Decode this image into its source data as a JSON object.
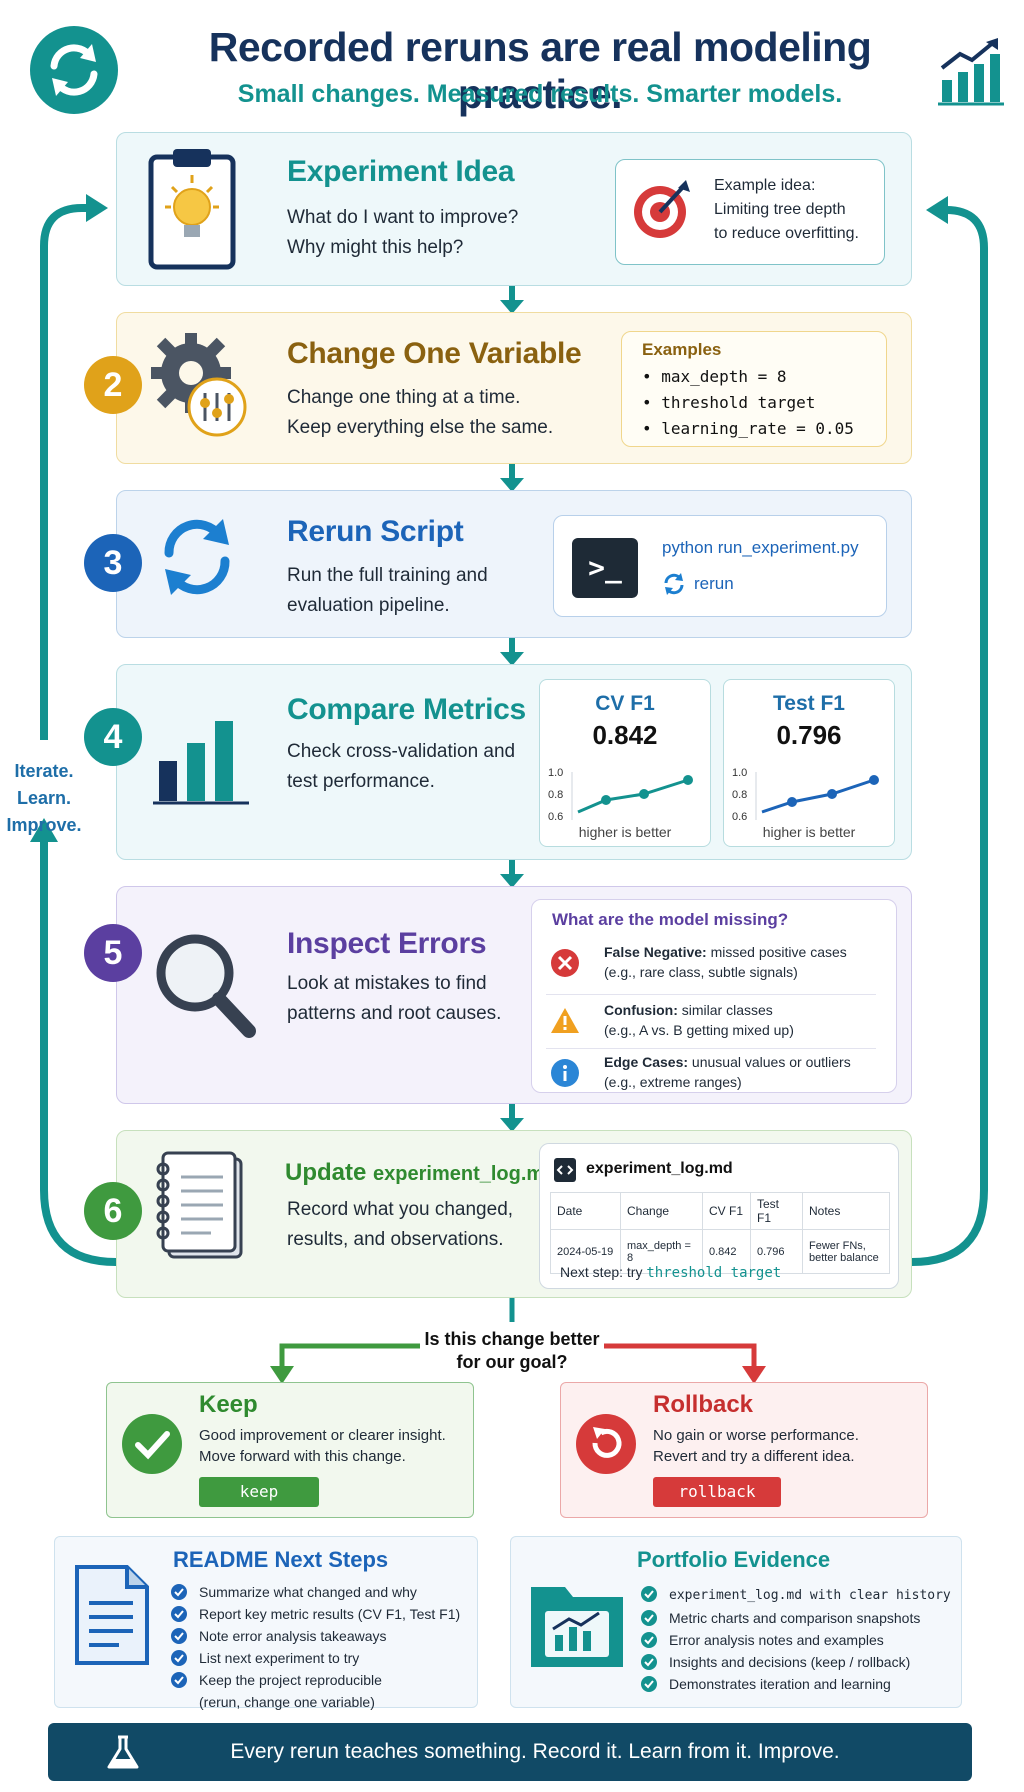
{
  "header": {
    "title": "Recorded reruns are real modeling practice.",
    "subtitle": "Small changes. Measured results. Smarter models."
  },
  "loop_label": [
    "Iterate.",
    "Learn.",
    "Improve."
  ],
  "steps": {
    "idea": {
      "title": "Experiment Idea",
      "desc": [
        "What do I want to improve?",
        "Why might this help?"
      ],
      "example": [
        "Example idea:",
        "Limiting tree depth",
        "to reduce overfitting."
      ]
    },
    "change": {
      "number": "2",
      "title": "Change One Variable",
      "desc": [
        "Change one thing at a time.",
        "Keep everything else the same."
      ],
      "examples_title": "Examples",
      "examples": [
        "max_depth = 8",
        "threshold target",
        "learning_rate = 0.05"
      ]
    },
    "rerun": {
      "number": "3",
      "title": "Rerun Script",
      "desc": [
        "Run the full training and",
        "evaluation pipeline."
      ],
      "command": "python run_experiment.py",
      "rerun_label": "rerun",
      "prompt": ">_"
    },
    "compare": {
      "number": "4",
      "title": "Compare Metrics",
      "desc": [
        "Check cross-validation and",
        "test performance."
      ],
      "cards": [
        {
          "label": "CV F1",
          "value": "0.842",
          "note": "higher is better"
        },
        {
          "label": "Test F1",
          "value": "0.796",
          "note": "higher is better"
        }
      ]
    },
    "inspect": {
      "number": "5",
      "title": "Inspect Errors",
      "desc": [
        "Look at mistakes to find",
        "patterns and root causes."
      ],
      "box_title": "What are the model missing?",
      "items": [
        {
          "bold": "False Negative:",
          "text": " missed positive cases",
          "sub": "(e.g., rare class, subtle signals)"
        },
        {
          "bold": "Confusion:",
          "text": " similar classes",
          "sub": "(e.g., A vs. B getting mixed up)"
        },
        {
          "bold": "Edge Cases:",
          "text": " unusual values or outliers",
          "sub": "(e.g., extreme ranges)"
        }
      ]
    },
    "update": {
      "number": "6",
      "title_prefix": "Update ",
      "title_file": "experiment_log.md",
      "desc": [
        "Record what you changed,",
        "results, and observations."
      ],
      "file_name": "experiment_log.md",
      "table_headers": [
        "Date",
        "Change",
        "CV F1",
        "Test F1",
        "Notes"
      ],
      "table_row": [
        "2024-05-19",
        "max_depth = 8",
        "0.842",
        "0.796",
        "Fewer FNs, better balance"
      ],
      "next_step_prefix": "Next step: try ",
      "next_step_code": "threshold target"
    }
  },
  "decision": {
    "question": [
      "Is this change better",
      "for our goal?"
    ],
    "keep": {
      "title": "Keep",
      "desc": [
        "Good improvement or clearer insight.",
        "Move forward with this change."
      ],
      "button": "keep"
    },
    "rollback": {
      "title": "Rollback",
      "desc": [
        "No gain or worse performance.",
        "Revert and try a different idea."
      ],
      "button": "rollback"
    }
  },
  "readme": {
    "title": "README Next Steps",
    "items": [
      "Summarize what changed and why",
      "Report key metric results (CV F1, Test F1)",
      "Note error analysis takeaways",
      "List next experiment to try",
      "Keep the project reproducible",
      "(rerun, change one variable)"
    ]
  },
  "portfolio": {
    "title": "Portfolio Evidence",
    "items": [
      "experiment_log.md with clear history",
      "Metric charts and comparison snapshots",
      "Error analysis notes and examples",
      "Insights and decisions (keep / rollback)",
      "Demonstrates iteration and learning"
    ]
  },
  "footer": "Every rerun teaches something. Record it. Learn from it. Improve.",
  "colors": {
    "teal": "#13928f",
    "navy": "#16325c",
    "gold": "#e0a21a",
    "blue": "#1c64b8",
    "purple": "#5b3fa0",
    "green": "#3f9a3f",
    "red": "#d63a3a"
  }
}
